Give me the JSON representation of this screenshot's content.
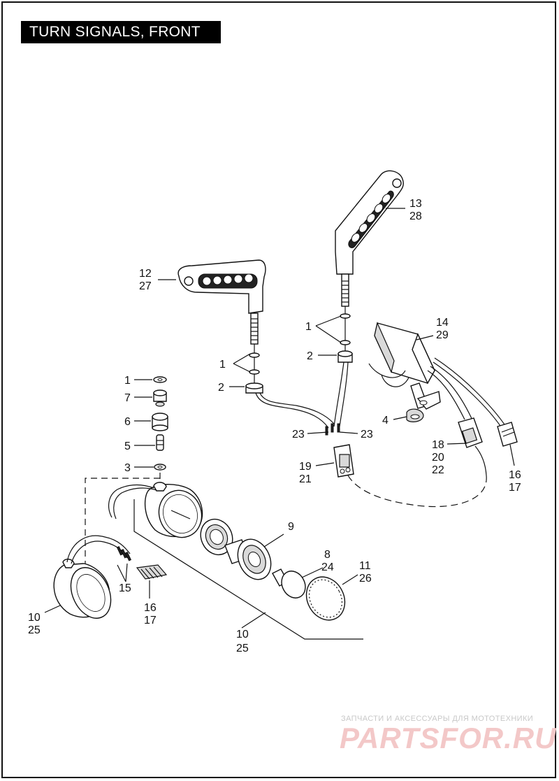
{
  "title": "TURN SIGNALS, FRONT",
  "watermark": {
    "tagline": "ЗАПЧАСТИ И АКСЕССУАРЫ ДЛЯ МОТОТЕХНИКИ",
    "brand": "PARTSFOR.RU"
  },
  "callouts": {
    "c12_27": [
      "12",
      "27"
    ],
    "c13_28": [
      "13",
      "28"
    ],
    "c1_left": [
      "1"
    ],
    "c2_left": [
      "2"
    ],
    "c1_right": [
      "1"
    ],
    "c2_right": [
      "2"
    ],
    "c14_29": [
      "14",
      "29"
    ],
    "c4": [
      "4"
    ],
    "c23_left": [
      "23"
    ],
    "c23_right": [
      "23"
    ],
    "c18_20_22": [
      "18",
      "20",
      "22"
    ],
    "c19_21": [
      "19",
      "21"
    ],
    "c16_17_right": [
      "16",
      "17"
    ],
    "c1_stack": [
      "1"
    ],
    "c7": [
      "7"
    ],
    "c6": [
      "6"
    ],
    "c5": [
      "5"
    ],
    "c3": [
      "3"
    ],
    "c9": [
      "9"
    ],
    "c8_24": [
      "8",
      "24"
    ],
    "c11_26": [
      "11",
      "26"
    ],
    "c15": [
      "15"
    ],
    "c16_17_left": [
      "16",
      "17"
    ],
    "c10_25_left": [
      "10",
      "25"
    ],
    "c10_25_center": [
      "10",
      "25"
    ]
  }
}
